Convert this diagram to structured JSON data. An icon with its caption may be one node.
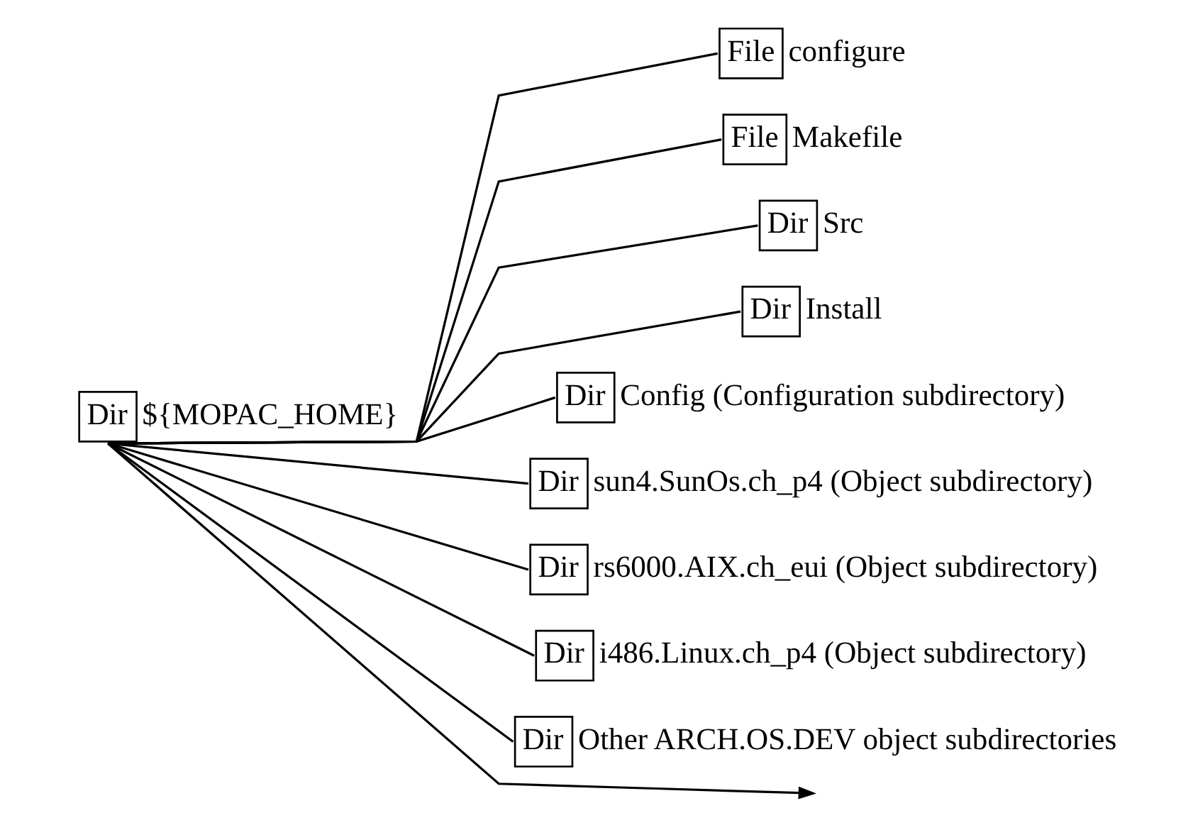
{
  "diagram": {
    "nodes": [
      {
        "text": [
          "Dir"
        ],
        "beside": [
          "${MOPAC_HOME}"
        ]
      },
      {
        "text": [
          "File"
        ],
        "beside": [
          "configure"
        ]
      },
      {
        "text": [
          "File"
        ],
        "beside": [
          "Makefile"
        ]
      },
      {
        "text": [
          "Dir"
        ],
        "beside": [
          "Src"
        ]
      },
      {
        "text": [
          "Dir"
        ],
        "beside": [
          "Install"
        ]
      },
      {
        "text": [
          "Dir"
        ],
        "beside": [
          "Config (Configuration subdirectory)"
        ]
      },
      {
        "text": [
          "Dir"
        ],
        "beside": [
          "sun4.SunOs.ch_p4 (Object subdirectory)"
        ]
      },
      {
        "text": [
          "Dir"
        ],
        "beside": [
          "rs6000.AIX.ch_eui (Object subdirectory)"
        ]
      },
      {
        "text": [
          "Dir"
        ],
        "beside": [
          "i486.Linux.ch_p4 (Object subdirectory)"
        ]
      },
      {
        "text": [
          "Dir"
        ],
        "beside": [
          "Other ARCH.OS.DEV object subdirectories"
        ]
      }
    ],
    "edges": [
      {
        "from": 0,
        "to": 1,
        "arrow": "none"
      },
      {
        "from": 0,
        "to": 2,
        "arrow": "none"
      },
      {
        "from": 0,
        "to": 3,
        "arrow": "none"
      },
      {
        "from": 0,
        "to": 4,
        "arrow": "none"
      },
      {
        "from": 0,
        "to": 5,
        "arrow": "none"
      },
      {
        "from": 0,
        "to": 6,
        "arrow": "none"
      },
      {
        "from": 0,
        "to": 7,
        "arrow": "none"
      },
      {
        "from": 0,
        "to": 8,
        "arrow": "none"
      },
      {
        "from": 0,
        "to": 9,
        "arrow": "none"
      },
      {
        "from": 0,
        "to": null,
        "arrow": "to"
      }
    ]
  }
}
